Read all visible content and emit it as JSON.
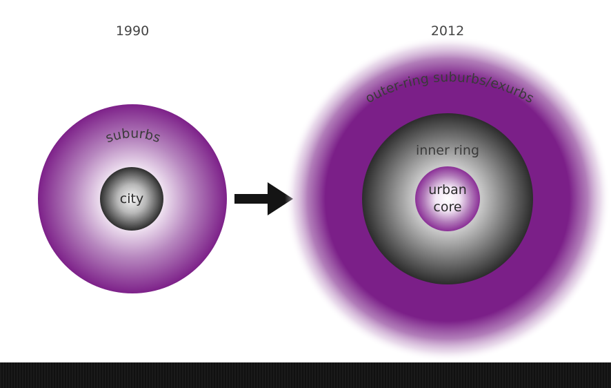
{
  "left": {
    "year": "1990",
    "outer_label": "suburbs",
    "inner_label": "city"
  },
  "right": {
    "year": "2012",
    "outer_label": "outer-ring suburbs/exurbs",
    "middle_label": "inner ring",
    "core_label_line1": "urban",
    "core_label_line2": "core"
  },
  "colors": {
    "purple": "#7b1f88",
    "purple_light": "#ffffff",
    "gray_dark": "#303030",
    "gray_light": "#f2f2f2",
    "arrow": "#141414"
  },
  "icons": {
    "arrow": "arrow-right-icon"
  }
}
